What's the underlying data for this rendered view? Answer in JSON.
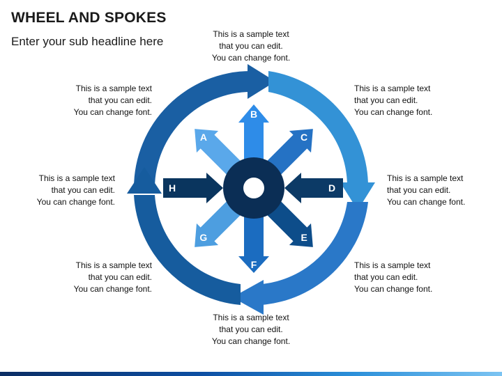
{
  "title": "WHEEL AND SPOKES",
  "subtitle": "Enter your sub headline here",
  "colors": {
    "ring_dark": "#14599a",
    "ring_light": "#3392d6",
    "hub": "#0b2e55",
    "spoke_A": "#5aa8ea",
    "spoke_B": "#2e8ce8",
    "spoke_C": "#2572c4",
    "spoke_D": "#0c3a66",
    "spoke_E": "#0d4d8a",
    "spoke_F": "#1b6cc0",
    "spoke_G": "#4d9ee0",
    "spoke_H": "#0a355e"
  },
  "spokes": {
    "A": "A",
    "B": "B",
    "C": "C",
    "D": "D",
    "E": "E",
    "F": "F",
    "G": "G",
    "H": "H"
  },
  "texts": {
    "top": {
      "l1": "This is a sample text",
      "l2": "that you can edit.",
      "l3": "You can change font."
    },
    "top_left": {
      "l1": "This is a sample text",
      "l2": "that you can edit.",
      "l3": "You can change font."
    },
    "top_right": {
      "l1": "This is a sample text",
      "l2": "that you can edit.",
      "l3": "You can change font."
    },
    "left": {
      "l1": "This is a sample text",
      "l2": "that you can edit.",
      "l3": "You can change font."
    },
    "right": {
      "l1": "This is a sample text",
      "l2": "that you can edit.",
      "l3": "You can change font."
    },
    "bottom_left": {
      "l1": "This is a sample text",
      "l2": "that you can edit.",
      "l3": "You can change font."
    },
    "bottom_right": {
      "l1": "This is a sample text",
      "l2": "that you can edit.",
      "l3": "You can change font."
    },
    "bottom": {
      "l1": "This is a sample text",
      "l2": "that you can edit.",
      "l3": "You can change font."
    }
  }
}
